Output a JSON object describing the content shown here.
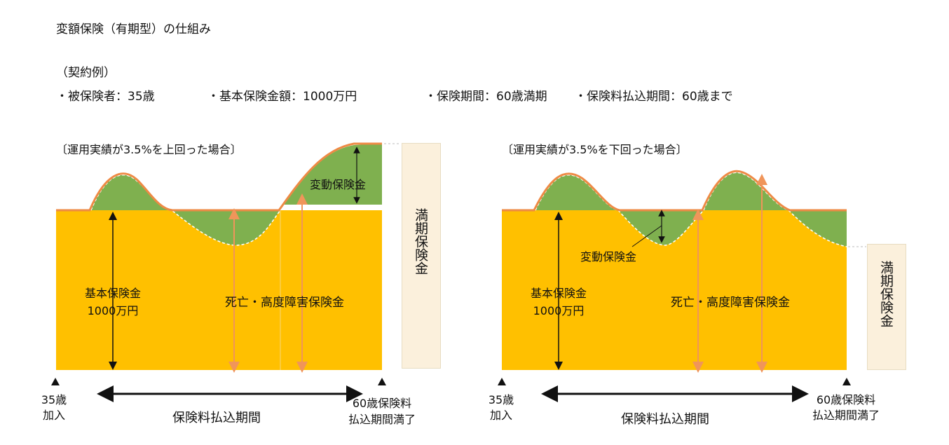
{
  "title": "変額保険（有期型）の仕組み",
  "example_label": "（契約例）",
  "conditions": [
    "・被保険者：35歳",
    "・基本保険金額：1000万円",
    "・保険期間：60歳満期",
    "・保険料払込期間：60歳まで"
  ],
  "panels": [
    {
      "heading": "〔運用実績が3.5%を上回った場合〕",
      "variable_label": "変動保険金",
      "base_label": "基本保険金",
      "base_amount": "1000万円",
      "death_label": "死亡・高度障害保険金",
      "maturity_label": "満期保険金",
      "start_age": "35歳",
      "start_event": "加入",
      "end_line1": "60歳保険料",
      "end_line2": "払込期間満了",
      "period_label": "保険料払込期間"
    },
    {
      "heading": "〔運用実績が3.5%を下回った場合〕",
      "variable_label": "変動保険金",
      "base_label": "基本保険金",
      "base_amount": "1000万円",
      "death_label": "死亡・高度障害保険金",
      "maturity_label": "満期保険金",
      "start_age": "35歳",
      "start_event": "加入",
      "end_line1": "60歳保険料",
      "end_line2": "払込期間満了",
      "period_label": "保険料払込期間"
    }
  ],
  "colors": {
    "base": "#FFC000",
    "variable": "#7FB04F",
    "curve": "#EE8A45",
    "death_arrow": "#F0955A",
    "maturity_box": "#FBF0DC"
  }
}
